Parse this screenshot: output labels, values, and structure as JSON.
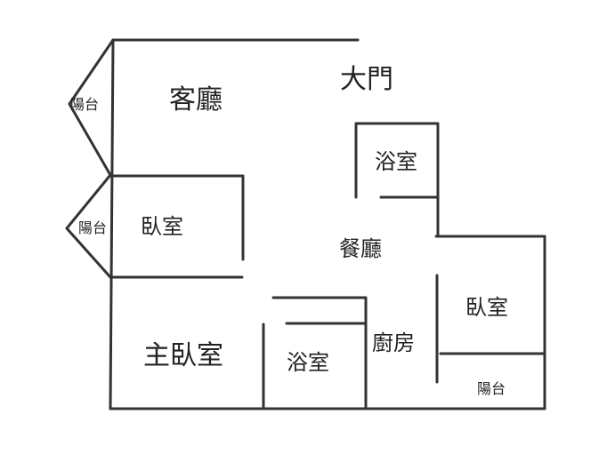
{
  "rooms": {
    "living_room": "客廳",
    "main_door": "大門",
    "bathroom_top": "浴室",
    "bedroom_left": "臥室",
    "dining_room": "餐廳",
    "bedroom_right": "臥室",
    "master_bedroom": "主臥室",
    "bathroom_bottom": "浴室",
    "kitchen": "廚房"
  },
  "balconies": {
    "top_left": "陽台",
    "middle_left": "陽台",
    "bottom_right": "陽台"
  }
}
